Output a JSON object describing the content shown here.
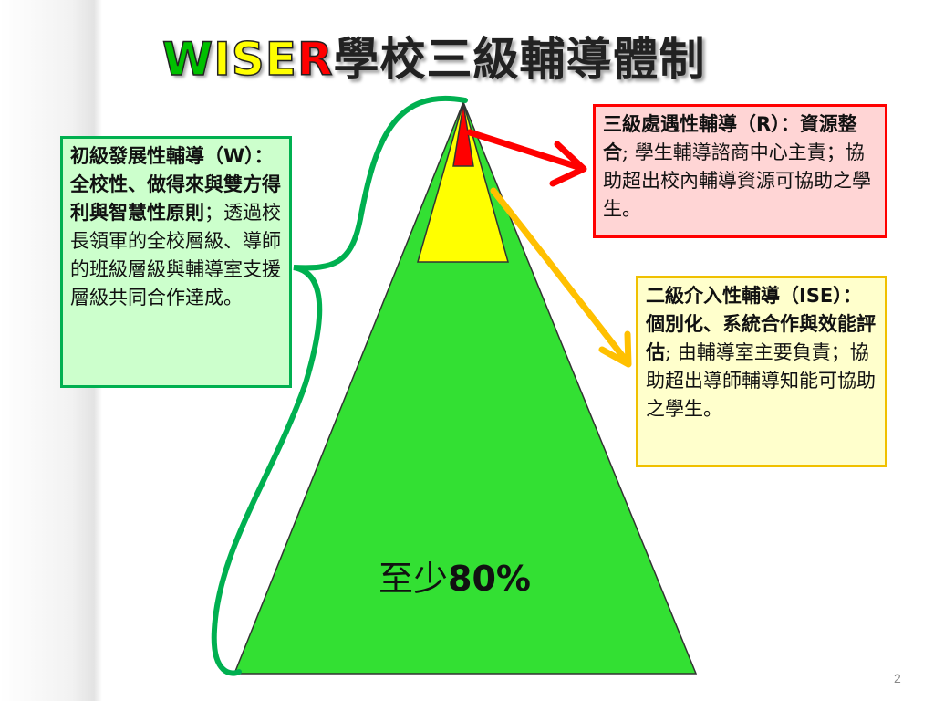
{
  "title": {
    "w": "W",
    "i": "I",
    "s": "S",
    "e": "E",
    "r": "R",
    "rest": "學校三級輔導體制"
  },
  "tier_w": {
    "bold_text": "初級發展性輔導（W）：全校性、做得來與雙方得利與智慧性原則",
    "body_text": "；透過校長領軍的全校層級、導師的班級層級與輔導室支援層級共同合作達成。"
  },
  "tier_r": {
    "bold_text": "三級處遇性輔導（R）：資源整合",
    "body_text": "; 學生輔導諮商中心主責；協助超出校內輔導資源可協助之學生。"
  },
  "tier_i": {
    "bold_text": "二級介入性輔導（ISE）：個別化、系統合作與效能評估",
    "body_text": "; 由輔導室主要負責；協助超出導師輔導知能可協助之學生。"
  },
  "pyramid": {
    "base_prefix": "至少",
    "base_value": "80%"
  },
  "colors": {
    "green": "#33e033",
    "yellow": "#ffff00",
    "red": "#ff0000",
    "bracket_green": "#00b050",
    "arrow_yellow": "#ffc000"
  },
  "page_number": "2"
}
